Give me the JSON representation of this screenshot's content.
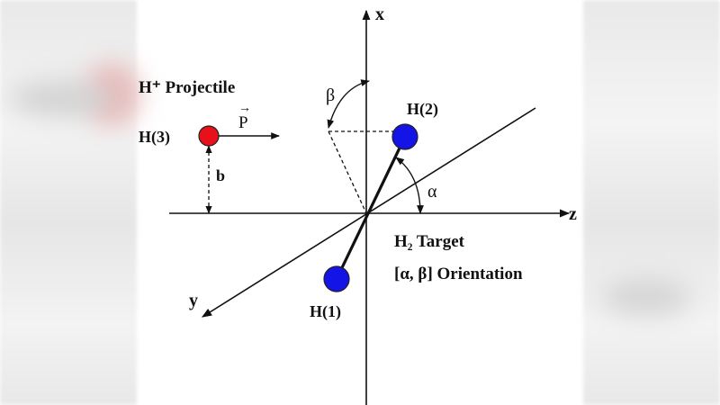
{
  "labels": {
    "x_axis": "x",
    "z_axis": "z",
    "y_axis": "y",
    "projectile": "H⁺ Projectile",
    "momentum": "P",
    "arrow_mark": "→",
    "h3": "H(3)",
    "h2": "H(2)",
    "h1": "H(1)",
    "impact": "b",
    "alpha": "α",
    "beta": "β",
    "target": "H₂ Target",
    "orientation": "[α, β] Orientation"
  },
  "colors": {
    "projectile_atom": "#e8101a",
    "target_atoms": "#1414e6",
    "lines": "#111111"
  }
}
